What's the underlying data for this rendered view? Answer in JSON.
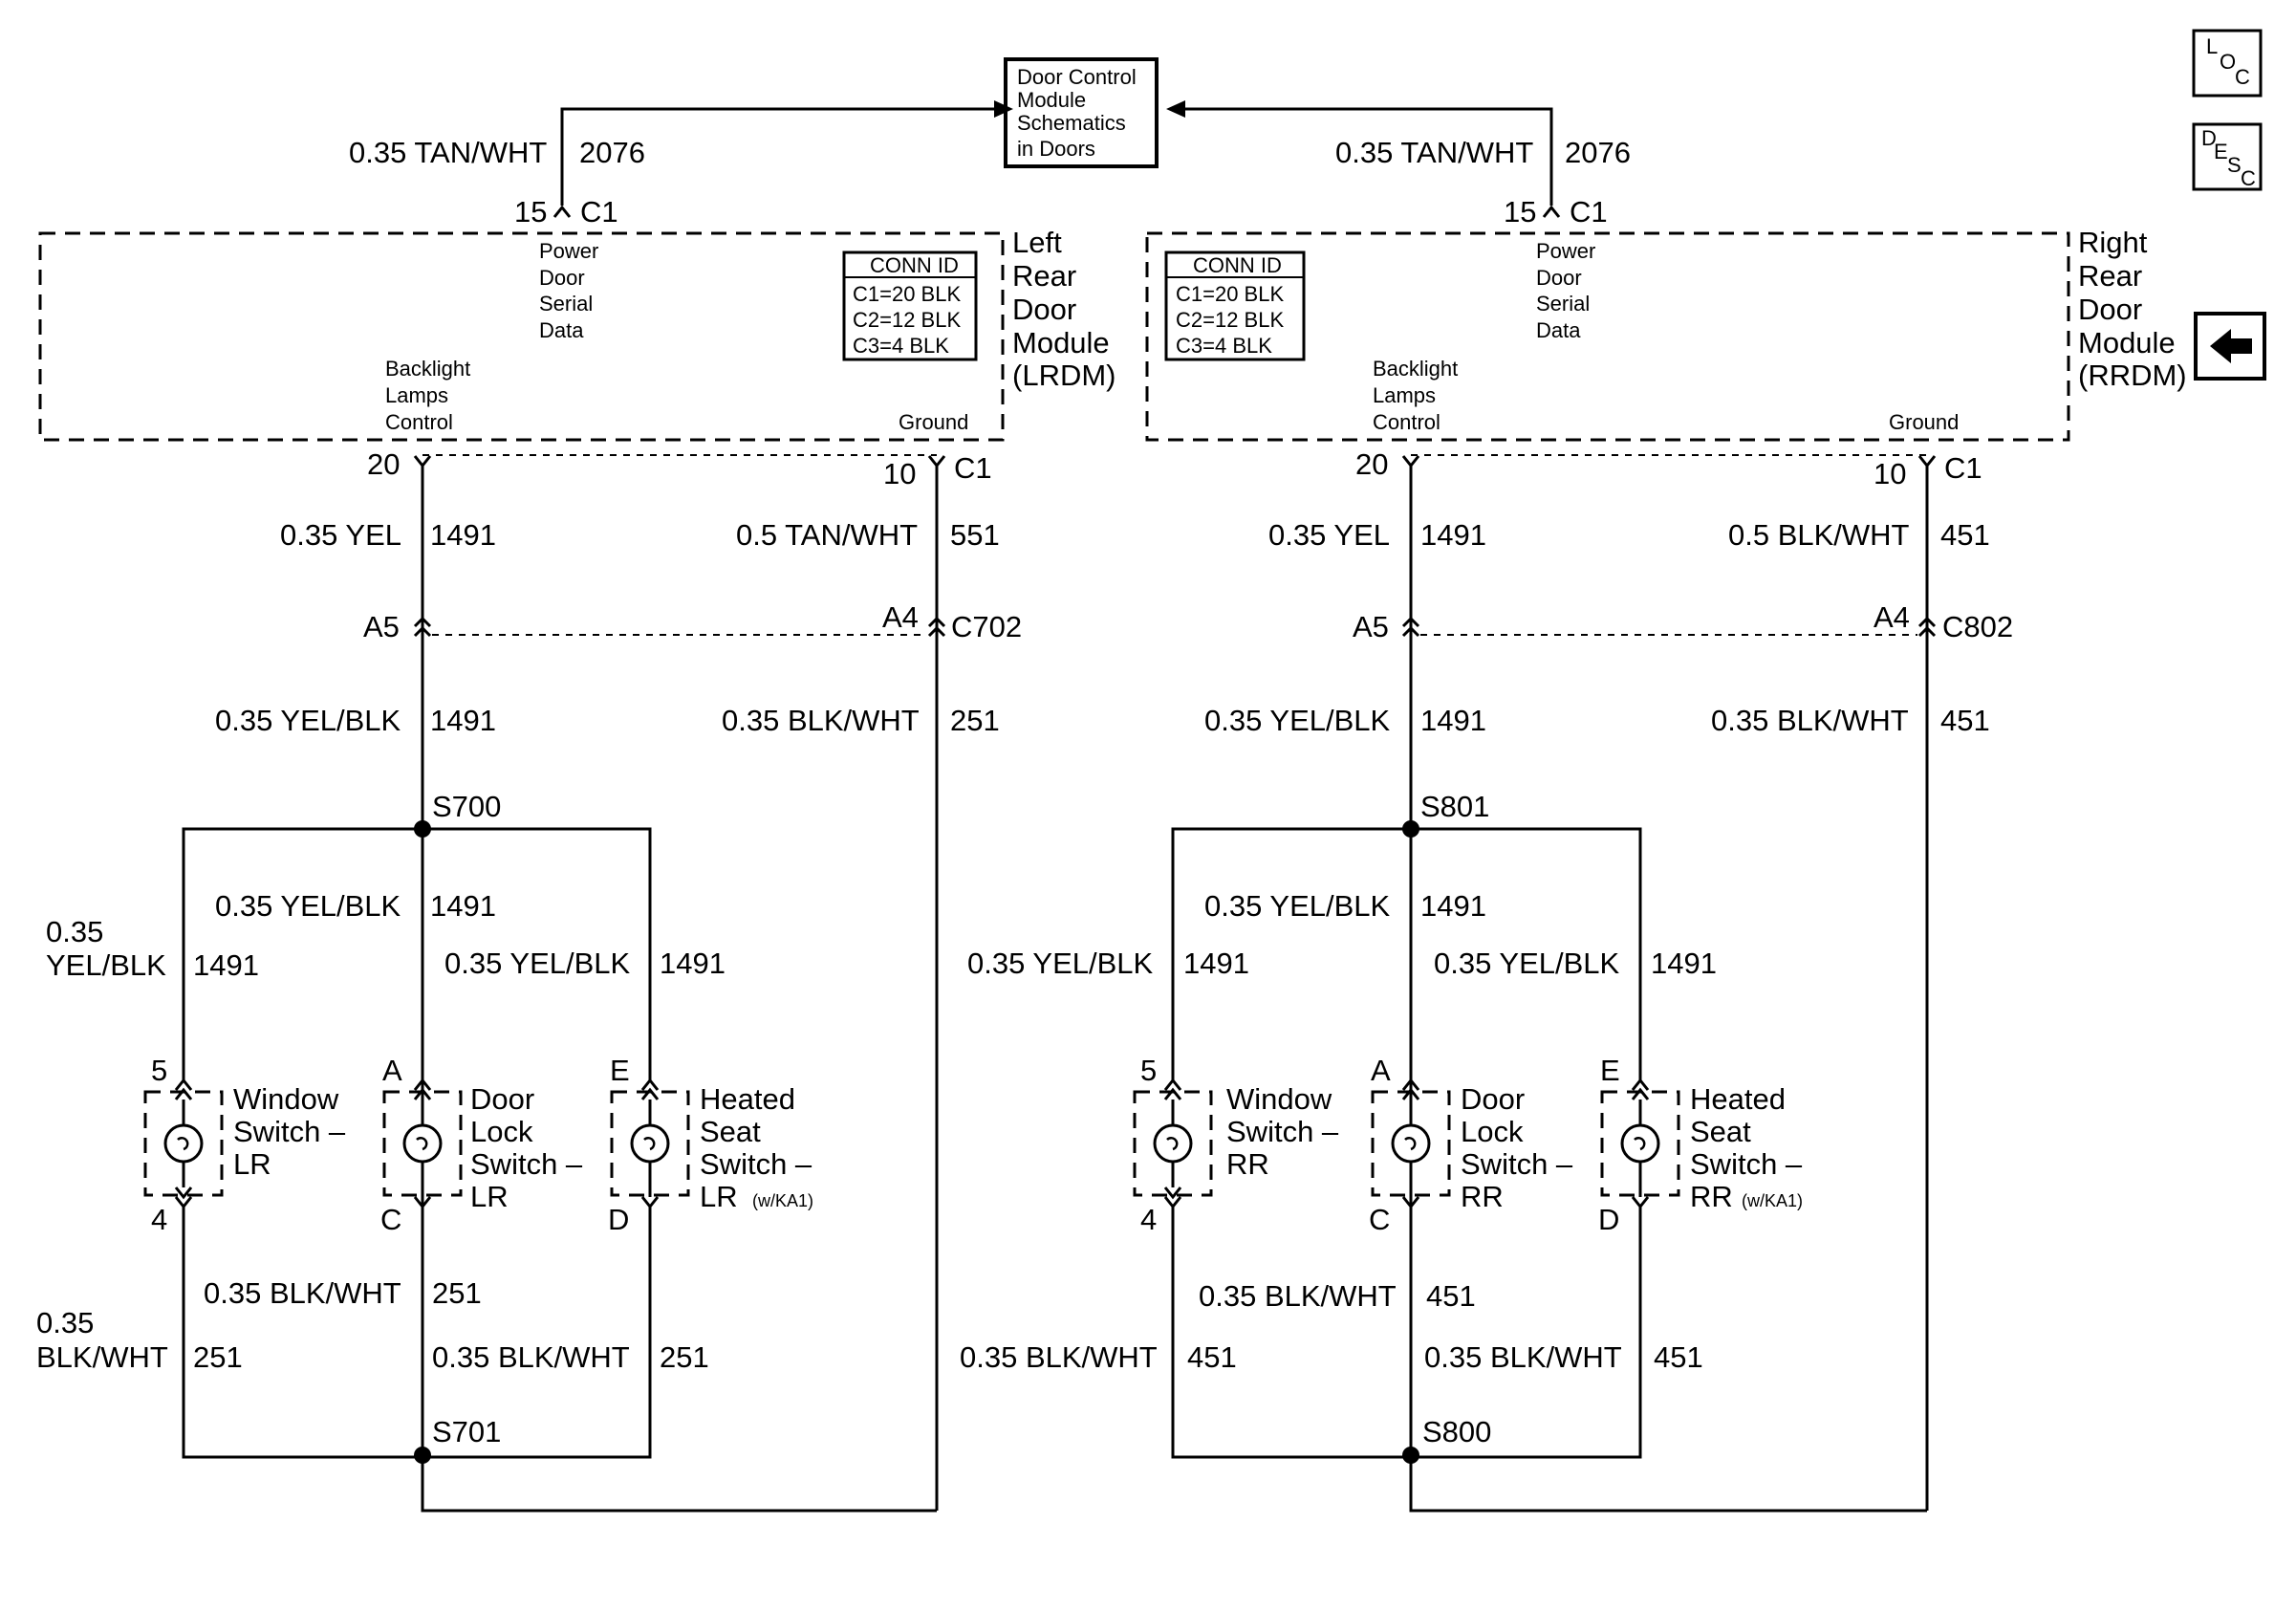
{
  "dcm_box": [
    "Door Control",
    "Module",
    "Schematics",
    "in Doors"
  ],
  "nav": {
    "loc": [
      "L",
      "O",
      "C"
    ],
    "desc": [
      "D",
      "E",
      "S",
      "C"
    ]
  },
  "module_inner": {
    "power_door_serial_data": [
      "Power",
      "Door",
      "Serial",
      "Data"
    ],
    "backlight_lamps_control": [
      "Backlight",
      "Lamps",
      "Control"
    ],
    "ground": "Ground"
  },
  "conn_id": {
    "title": "CONN ID",
    "rows": [
      "C1=20 BLK",
      "C2=12 BLK",
      "C3=4 BLK"
    ]
  },
  "left": {
    "top_wire": "0.35 TAN/WHT",
    "top_circuit": "2076",
    "top_pin": "15",
    "top_conn": "C1",
    "module_name": [
      "Left",
      "Rear",
      "Door",
      "Module",
      "(LRDM)"
    ],
    "pin20": "20",
    "pin10": "10",
    "c1": "C1",
    "wire_yel": "0.35 YEL",
    "circ_1491": "1491",
    "wire_ground": "0.5 TAN/WHT",
    "circ_ground": "551",
    "a5": "A5",
    "a4": "A4",
    "inline_conn": "C702",
    "wire_yelblk": "0.35 YEL/BLK",
    "wire_blkwht": "0.35 BLK/WHT",
    "circ_ground2": "251",
    "splice_top": "S700",
    "splice_bottom": "S701",
    "branch_label_1": "0.35",
    "branch_label_2": "YEL/BLK",
    "ground_branch_1": "0.35",
    "ground_branch_2": "BLK/WHT",
    "sw1_pins": [
      "5",
      "4"
    ],
    "sw2_pins": [
      "A",
      "C"
    ],
    "sw3_pins": [
      "E",
      "D"
    ],
    "sw1_name": [
      "Window",
      "Switch –",
      "LR"
    ],
    "sw2_name": [
      "Door",
      "Lock",
      "Switch –",
      "LR"
    ],
    "sw3_name": [
      "Heated",
      "Seat",
      "Switch –",
      "LR"
    ],
    "sw3_note": "(w/KA1)"
  },
  "right": {
    "top_wire": "0.35 TAN/WHT",
    "top_circuit": "2076",
    "top_pin": "15",
    "top_conn": "C1",
    "module_name": [
      "Right",
      "Rear",
      "Door",
      "Module",
      "(RRDM)"
    ],
    "pin20": "20",
    "pin10": "10",
    "c1": "C1",
    "wire_yel": "0.35 YEL",
    "circ_1491": "1491",
    "wire_ground": "0.5 BLK/WHT",
    "circ_ground": "451",
    "a5": "A5",
    "a4": "A4",
    "inline_conn": "C802",
    "wire_yelblk": "0.35 YEL/BLK",
    "wire_blkwht": "0.35 BLK/WHT",
    "circ_ground2": "451",
    "splice_top": "S801",
    "splice_bottom": "S800",
    "sw1_pins": [
      "5",
      "4"
    ],
    "sw2_pins": [
      "A",
      "C"
    ],
    "sw3_pins": [
      "E",
      "D"
    ],
    "sw1_name": [
      "Window",
      "Switch –",
      "RR"
    ],
    "sw2_name": [
      "Door",
      "Lock",
      "Switch –",
      "RR"
    ],
    "sw3_name": [
      "Heated",
      "Seat",
      "Switch –",
      "RR"
    ],
    "sw3_note": "(w/KA1)"
  },
  "icons": {
    "loc": "loc-nav-icon",
    "desc": "desc-nav-icon",
    "back": "arrow-left-icon"
  }
}
